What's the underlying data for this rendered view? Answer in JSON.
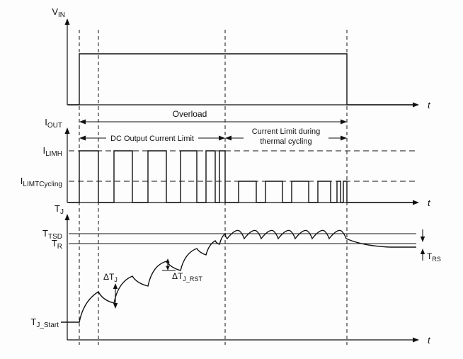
{
  "axes": {
    "t_label": "t"
  },
  "vin_panel": {
    "axis_label": {
      "main": "V",
      "sub": "IN"
    }
  },
  "iout_panel": {
    "axis_label": {
      "main": "I",
      "sub": "OUT"
    },
    "overload_label": "Overload",
    "dc_limit_label": "DC Output Current Limit",
    "thermal_limit_label_line1": "Current Limit during",
    "thermal_limit_label_line2": "thermal cycling",
    "i_limh": {
      "main": "I",
      "sub": "LIMH"
    },
    "i_limt_cycling": {
      "main": "I",
      "sub": "LIMTCycling"
    }
  },
  "tj_panel": {
    "axis_label": {
      "main": "T",
      "sub": "J"
    },
    "t_tsd": {
      "main": "T",
      "sub": "TSD"
    },
    "t_r": {
      "main": "T",
      "sub": "R"
    },
    "t_rs": {
      "main": "T",
      "sub": "RS"
    },
    "t_j_start": {
      "main": "T",
      "sub": "J_Start"
    },
    "delta_t_j": {
      "main": "ΔT",
      "sub": "J"
    },
    "delta_t_j_rst": {
      "main": "ΔT",
      "sub": "J_RST"
    }
  },
  "colors": {
    "line": "#111111",
    "background": "#fdfdfd"
  }
}
